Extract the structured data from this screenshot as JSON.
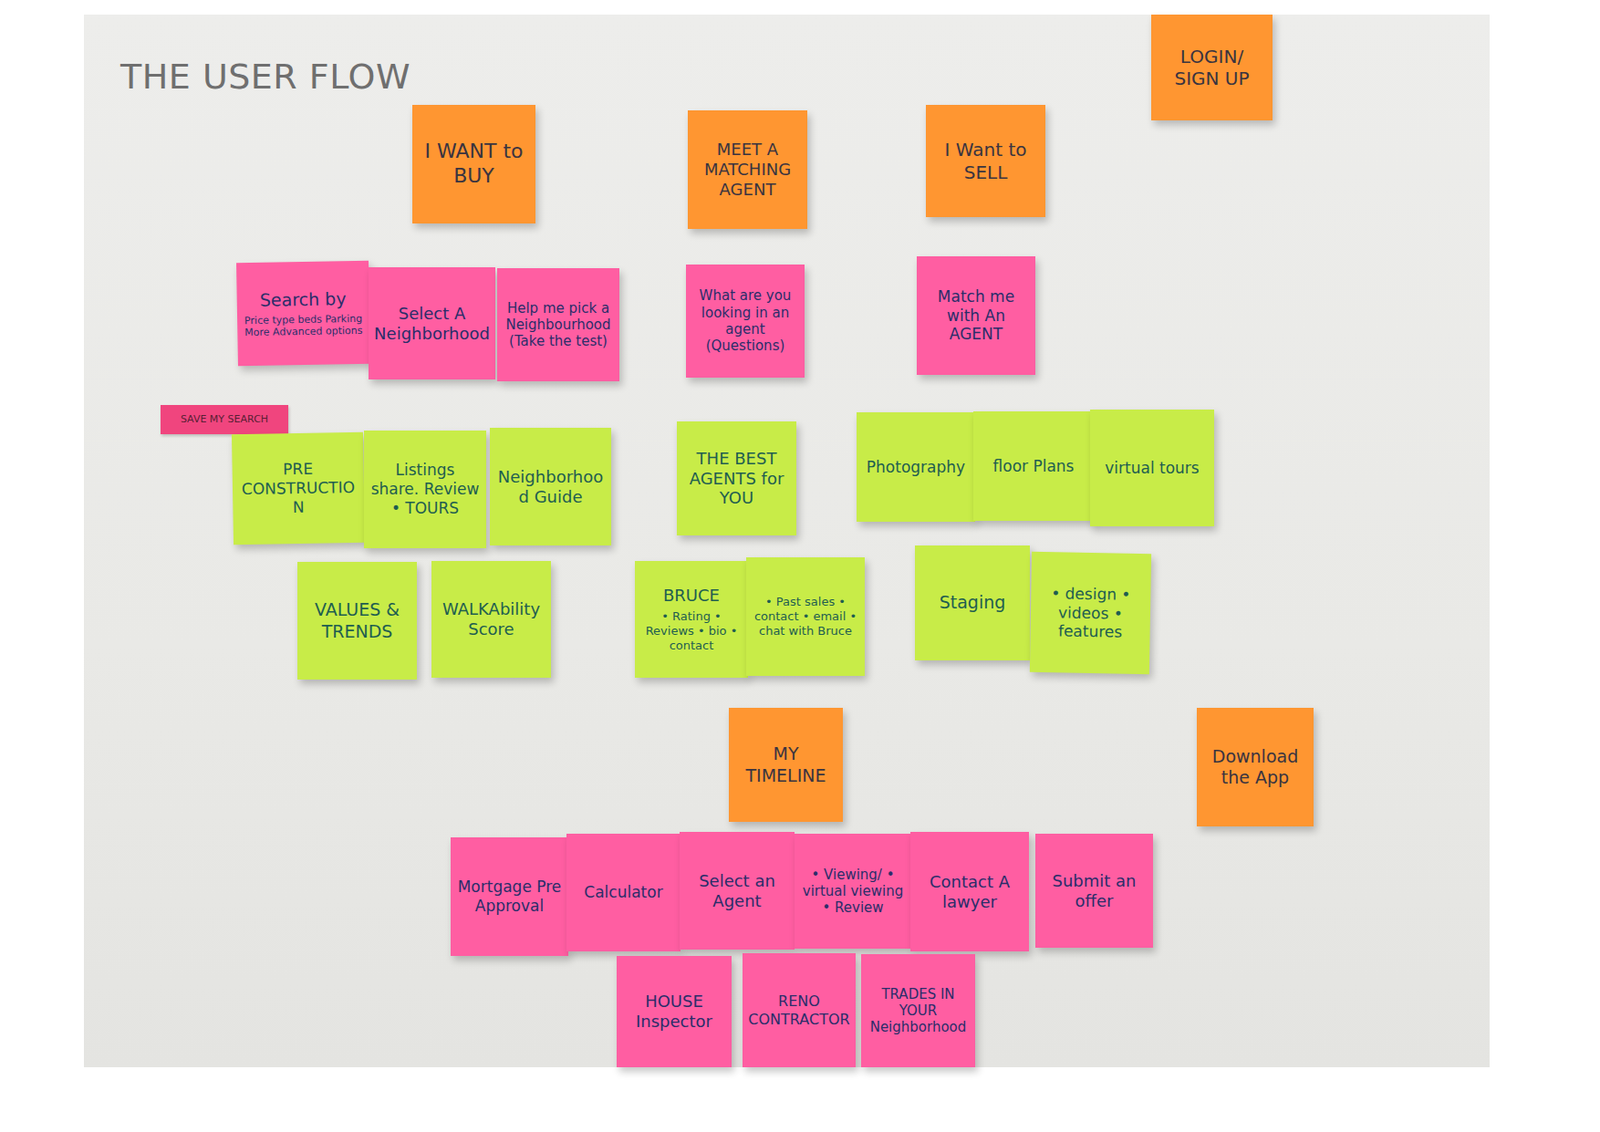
{
  "diagram": {
    "title": "THE USER FLOW",
    "nodes": [
      {
        "text": [
          "LOGIN/ SIGN UP"
        ]
      },
      {
        "text": [
          "I WANT to BUY"
        ]
      },
      {
        "text": [
          "MEET A MATCHING AGENT"
        ]
      },
      {
        "text": [
          "I Want to SELL"
        ]
      },
      {
        "text": [
          "Search by",
          "Price type beds Parking More Advanced options"
        ]
      },
      {
        "text": [
          "Select A Neighborhood"
        ]
      },
      {
        "text": [
          "Help me pick a Neighbourhood (Take the test)"
        ]
      },
      {
        "text": [
          "What are you looking in an agent (Questions)"
        ]
      },
      {
        "text": [
          "Match me with An AGENT"
        ]
      },
      {
        "text": [
          "SAVE MY SEARCH"
        ]
      },
      {
        "text": [
          "PRE CONSTRUCTION"
        ]
      },
      {
        "text": [
          "Listings share. Review • TOURS"
        ]
      },
      {
        "text": [
          "Neighborhood Guide"
        ]
      },
      {
        "text": [
          "THE BEST AGENTS for YOU"
        ]
      },
      {
        "text": [
          "Photography"
        ]
      },
      {
        "text": [
          "floor Plans"
        ]
      },
      {
        "text": [
          "virtual tours"
        ]
      },
      {
        "text": [
          "VALUES & TRENDS"
        ]
      },
      {
        "text": [
          "WALKAbility Score"
        ]
      },
      {
        "text": [
          "BRUCE",
          "• Rating • Reviews • bio • contact"
        ]
      },
      {
        "text": [
          "• Past sales • contact • email • chat with Bruce"
        ]
      },
      {
        "text": [
          "Staging"
        ]
      },
      {
        "text": [
          "• design • videos • features"
        ]
      },
      {
        "text": [
          "MY TIMELINE"
        ]
      },
      {
        "text": [
          "Download the App"
        ]
      },
      {
        "text": [
          "Mortgage Pre Approval"
        ]
      },
      {
        "text": [
          "Calculator"
        ]
      },
      {
        "text": [
          "Select an Agent"
        ]
      },
      {
        "text": [
          "• Viewing/ • virtual viewing • Review"
        ]
      },
      {
        "text": [
          "Contact A lawyer"
        ]
      },
      {
        "text": [
          "Submit an offer"
        ]
      },
      {
        "text": [
          "HOUSE Inspector"
        ]
      },
      {
        "text": [
          "RENO CONTRACTOR"
        ]
      },
      {
        "text": [
          "TRADES IN YOUR Neighborhood"
        ]
      }
    ]
  }
}
